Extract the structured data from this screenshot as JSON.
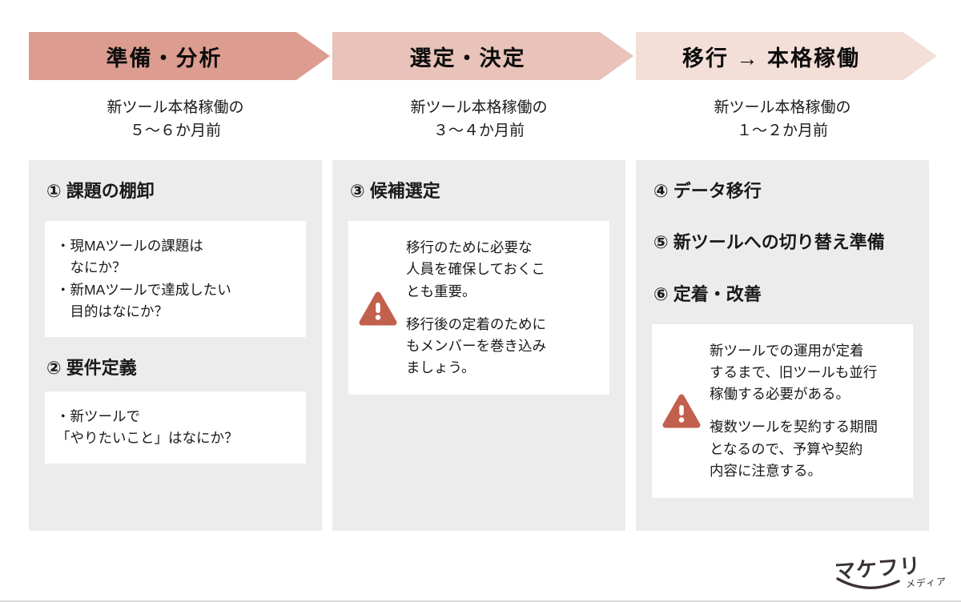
{
  "columns": [
    {
      "arrow": {
        "label": "準備・分析",
        "color": "#dc9c90"
      },
      "subtitle": "新ツール本格稼働の\n５〜６か月前",
      "heading1": "① 課題の棚卸",
      "card1": "・現MAツールの課題は\n　なにか？\n・新MAツールで達成したい\n　目的はなにか？",
      "heading2": "② 要件定義",
      "card2": "・新ツールで\n「やりたいこと」はなにか？"
    },
    {
      "arrow": {
        "label": "選定・決定",
        "color": "#e9c3b9"
      },
      "subtitle": "新ツール本格稼働の\n３〜４か月前",
      "heading1": "③ 候補選定",
      "card_para1": "移行のために必要な\n人員を確保しておくこ\nとも重要。",
      "card_para2": "移行後の定着のために\nもメンバーを巻き込み\nましょう。",
      "warn_icon_name": "warning-triangle-icon"
    },
    {
      "arrow": {
        "label": "移行 → 本格稼働",
        "color": "#f3ded8"
      },
      "subtitle": "新ツール本格稼働の\n１〜２か月前",
      "heading1": "④ データ移行",
      "heading2": "⑤ 新ツールへの切り替え準備",
      "heading3": "⑥ 定着・改善",
      "card_para1": "新ツールでの運用が定着\nするまで、旧ツールも並行\n稼働する必要がある。",
      "card_para2": "複数ツールを契約する期間\nとなるので、予算や契約\n内容に注意する。",
      "warn_icon_name": "warning-triangle-icon"
    }
  ],
  "colors": {
    "panel_bg": "#ececec",
    "warning_red": "#c2604e",
    "logo_dark": "#3b3234"
  },
  "logo": {
    "main": "マケフリ",
    "sub": "メディア"
  }
}
